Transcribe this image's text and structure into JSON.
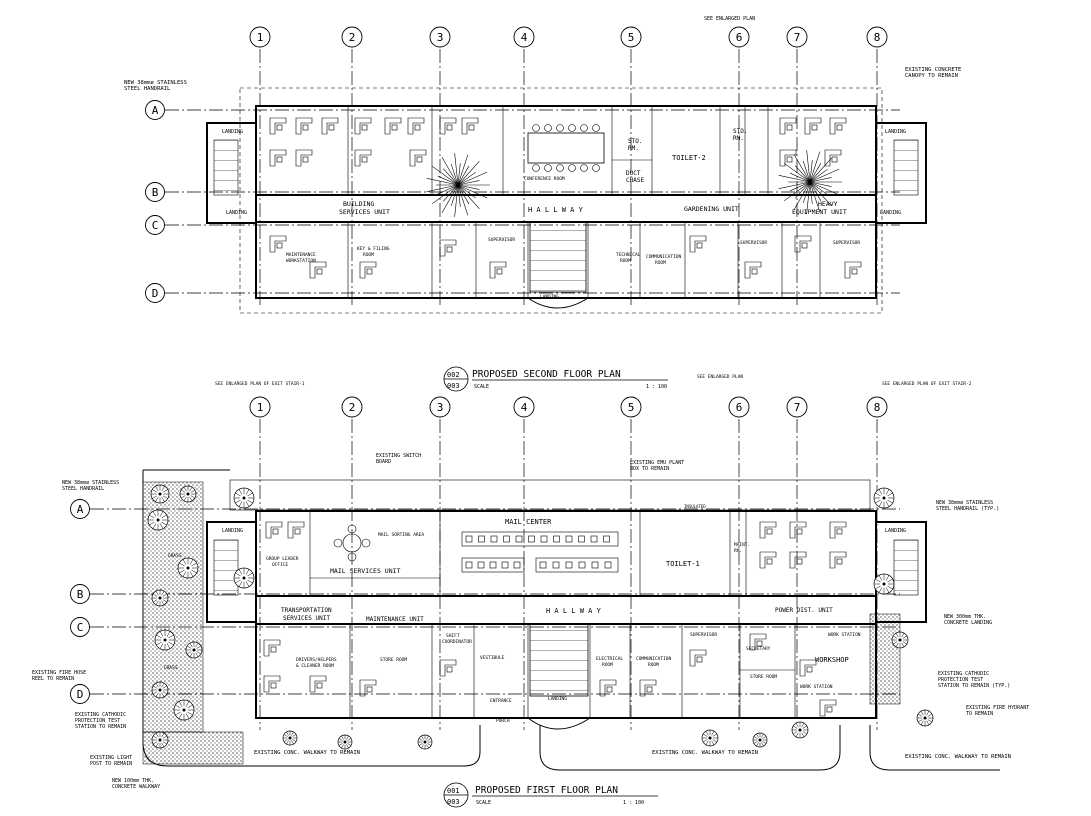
{
  "grid": {
    "columns": [
      "1",
      "2",
      "3",
      "4",
      "5",
      "6",
      "7",
      "8"
    ],
    "rows": [
      "A",
      "B",
      "C",
      "D"
    ]
  },
  "second_floor": {
    "title_top": "002",
    "title_bottom": "003",
    "title": "PROPOSED SECOND FLOOR PLAN",
    "scale_label": "SCALE",
    "scale_value": "1 : 100",
    "notes": {
      "handrail": [
        "NEW 38mmø STAINLESS",
        "STEEL HANDRAIL"
      ],
      "canopy": [
        "EXISTING CONCRETE",
        "CANOPY TO REMAIN"
      ],
      "enlarged": "SEE ENLARGED PLAN"
    },
    "rooms": {
      "building_services": [
        "BUILDING",
        "SERVICES UNIT"
      ],
      "conference": "CONFERENCE ROOM",
      "hallway": "H A L L   W A Y",
      "gardening": "GARDENING UNIT",
      "heavy_equipment": [
        "HEAVY",
        "EQUIPMENT UNIT"
      ],
      "toilet": "TOILET-2",
      "storage_1": [
        "STO.",
        "RM."
      ],
      "storage_2": [
        "STO.",
        "RM."
      ],
      "duct": [
        "DUCT",
        "CHASE"
      ],
      "maintenance_ws": [
        "MAINTENANCE",
        "WORKSTATION"
      ],
      "key_filing": [
        "KEY & FILING",
        "ROOM"
      ],
      "supervisor_1": "SUPERVISOR",
      "technical": [
        "TECHNICAL",
        "ROOM"
      ],
      "communication": [
        "COMMUNICATION",
        "ROOM"
      ],
      "supervisor_2": "SUPERVISOR",
      "supervisor_3": "SUPERVISOR",
      "landing_left": "LANDING",
      "landing_right": "LANDING",
      "landing_stair": "LANDING",
      "landing_mid": "LANDING",
      "landing_mid_r": "LANDING"
    }
  },
  "first_floor": {
    "title_top": "001",
    "title_bottom": "003",
    "title": "PROPOSED FIRST FLOOR PLAN",
    "scale_label": "SCALE",
    "scale_value": "1 : 100",
    "notes": {
      "exit_stair_left": "SEE ENLARGED PLAN OF EXIT STAIR-1",
      "exit_stair_right": "SEE ENLARGED PLAN OF EXIT STAIR-2",
      "enlarged": "SEE ENLARGED PLAN",
      "switch_board": [
        "EXISTING SWITCH",
        "BOARD"
      ],
      "emu_plant": [
        "EXISTING EMU PLANT",
        "BOX TO REMAIN"
      ],
      "handrail_left": [
        "NEW 38mmø STAINLESS",
        "STEEL HANDRAIL"
      ],
      "handrail_right": [
        "NEW 38mmø STAINLESS",
        "STEEL HANDRAIL (TYP.)"
      ],
      "concrete_landing": [
        "NEW 300mm THK.",
        "CONCRETE LANDING"
      ],
      "fire_hose": [
        "EXISTING FIRE HOSE",
        "REEL TO REMAIN"
      ],
      "cathodic_left": [
        "EXISTING CATHODIC",
        "PROTECTION TEST",
        "STATION TO REMAIN"
      ],
      "cathodic_right": [
        "EXISTING CATHODIC",
        "PROTECTION TEST",
        "STATION TO REMAIN (TYP.)"
      ],
      "fire_hydrant": [
        "EXISTING FIRE HYDRANT",
        "TO REMAIN"
      ],
      "light_post": [
        "EXISTING LIGHT",
        "POST TO REMAIN"
      ],
      "walkway_new": [
        "NEW 100mm THK.",
        "CONCRETE WALKWAY"
      ],
      "walkway_1": "EXISTING CONC. WALKWAY TO REMAIN",
      "walkway_2": "EXISTING CONC. WALKWAY TO REMAIN",
      "walkway_3": "EXISTING CONC. WALKWAY TO REMAIN"
    },
    "rooms": {
      "mail_center": "MAIL CENTER",
      "mail_sorting": "MAIL SORTING AREA",
      "mail_services": "MAIL SERVICES UNIT",
      "group_leader": [
        "GROUP LEADER",
        "OFFICE"
      ],
      "hallway": "H A L L   W A Y",
      "transport": [
        "TRANSPORTATION",
        "SERVICES UNIT"
      ],
      "maintenance_unit": "MAINTENANCE UNIT",
      "drivers": [
        "DRIVERS/HELPERS",
        "& CLEANER ROOM"
      ],
      "store_room_1": "STORE ROOM",
      "shift_coord": [
        "SHIFT",
        "COORDINATOR"
      ],
      "vestibule": "VESTIBULE",
      "entrance": "ENTRANCE",
      "porch": "PORCH",
      "electrical": [
        "ELECTRICAL",
        "ROOM"
      ],
      "communication": [
        "COMMUNICATION",
        "ROOM"
      ],
      "supervisor": "SUPERVISOR",
      "secretary": "SECRETARY",
      "store_room_2": "STORE ROOM",
      "workshop": "WORKSHOP",
      "work_station_1": "WORK STATION",
      "work_station_2": "WORK STATION",
      "power_dist": "POWER DIST. UNIT",
      "toilet": "TOILET-1",
      "maint_rm": [
        "MAINT.",
        "RM."
      ],
      "landing_left": "LANDING",
      "landing_right": "LANDING",
      "landing_stair": "LANDING",
      "grass_1": "GRASS",
      "grass_2": "GRASS",
      "insulated": "INSULATED"
    }
  }
}
